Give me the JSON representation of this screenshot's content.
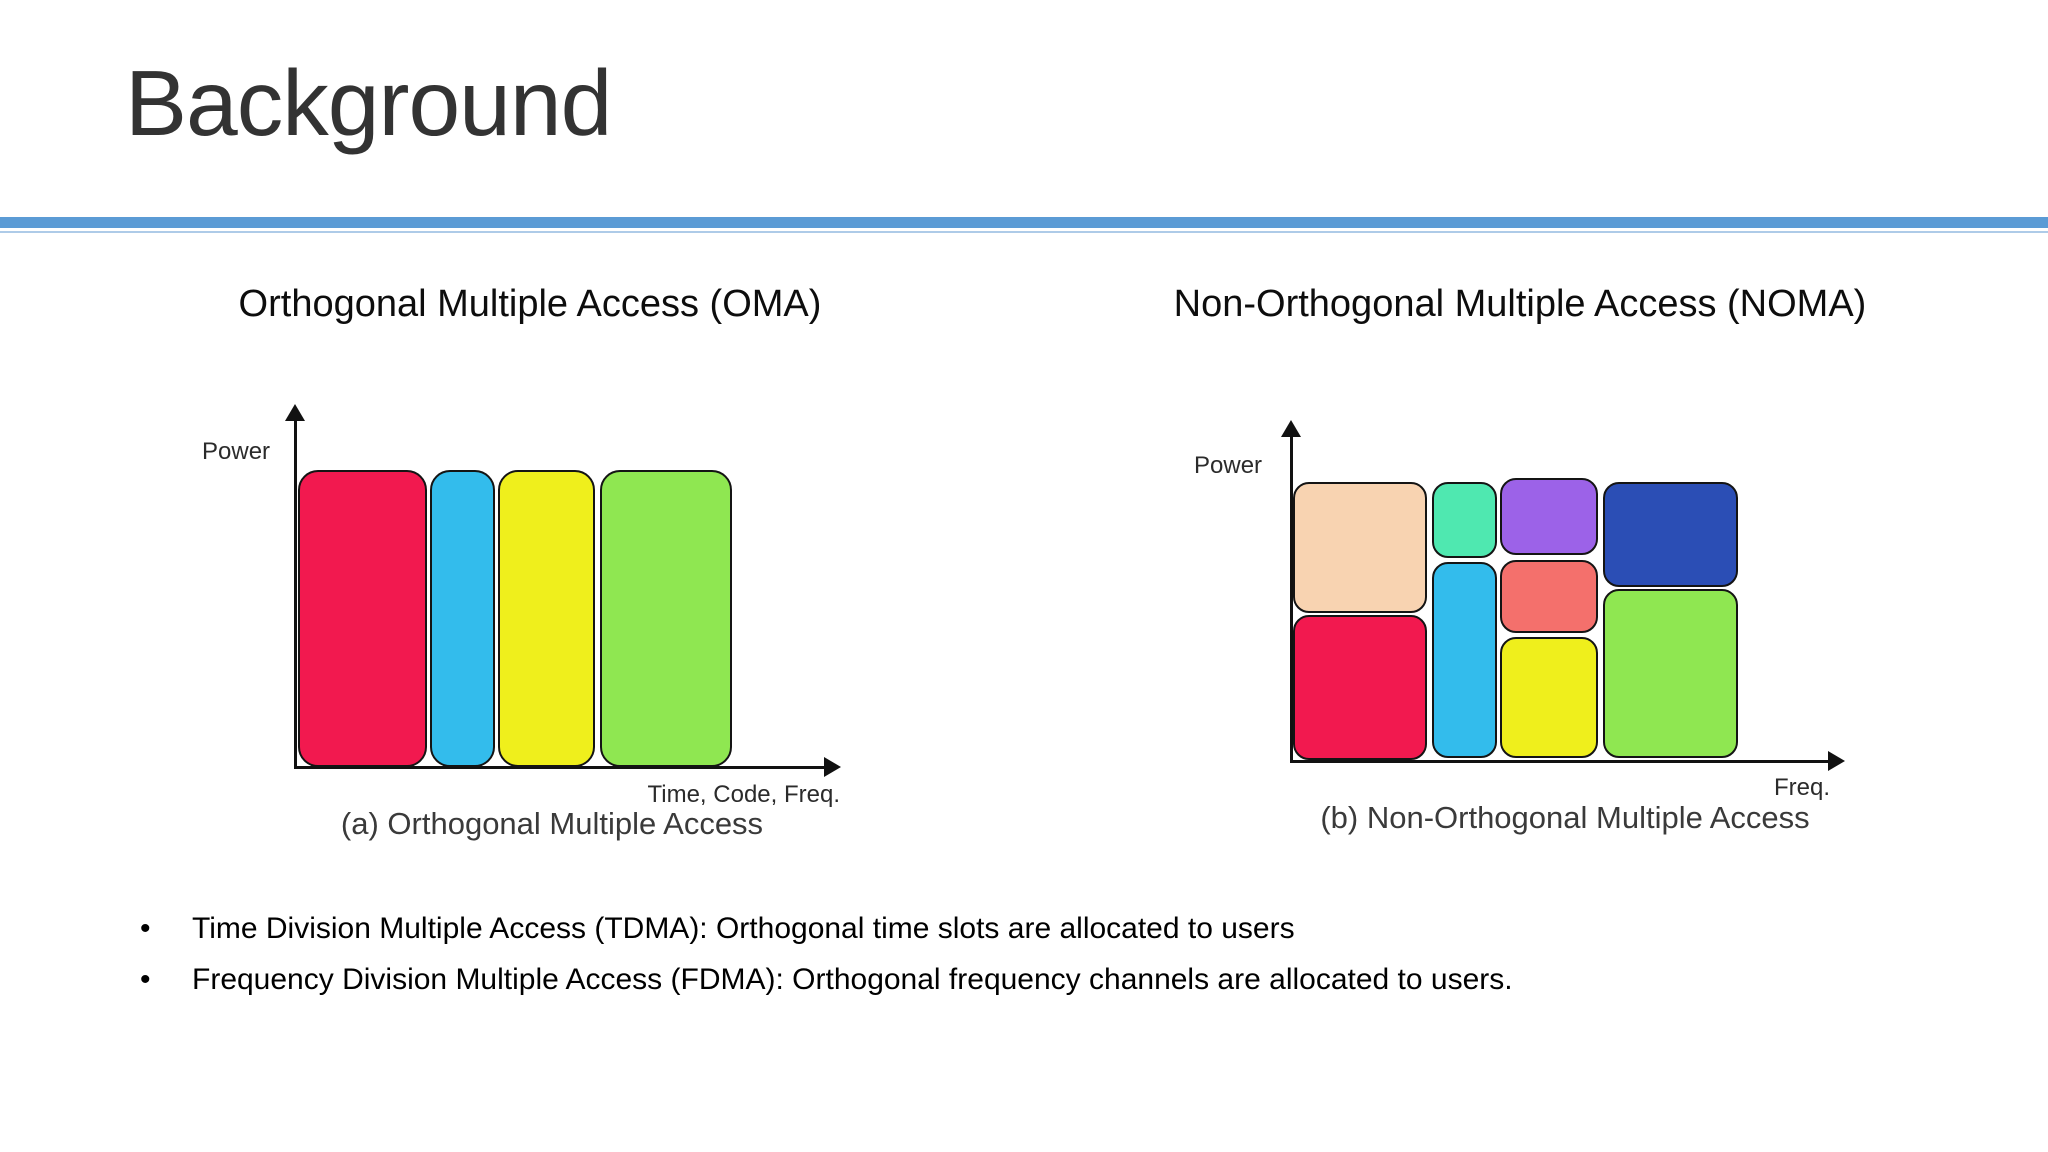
{
  "title": "Background",
  "divider": {
    "color": "#5B9BD5",
    "thin_color": "#AECBE8"
  },
  "figures": {
    "oma": {
      "heading": "Orthogonal Multiple Access (OMA)",
      "y_axis_label": "Power",
      "x_axis_label": "Time, Code, Freq.",
      "caption": "(a) Orthogonal Multiple Access",
      "bars": [
        {
          "name": "user-1-crimson",
          "color": "#F2194F"
        },
        {
          "name": "user-2-blue",
          "color": "#33BCEC"
        },
        {
          "name": "user-3-yellow",
          "color": "#EFEF1C"
        },
        {
          "name": "user-4-green",
          "color": "#8FE751"
        }
      ]
    },
    "noma": {
      "heading": "Non-Orthogonal Multiple Access (NOMA)",
      "y_axis_label": "Power",
      "x_axis_label": "Freq.",
      "caption": "(b) Non-Orthogonal Multiple Access",
      "blocks": [
        {
          "name": "block-peach",
          "color": "#F8D3B1"
        },
        {
          "name": "block-crimson",
          "color": "#F2194F"
        },
        {
          "name": "block-mint",
          "color": "#4FE8B0"
        },
        {
          "name": "block-blue",
          "color": "#33BCEC"
        },
        {
          "name": "block-purple",
          "color": "#9C62E8"
        },
        {
          "name": "block-salmon",
          "color": "#F4706C"
        },
        {
          "name": "block-yellow",
          "color": "#EFEF1C"
        },
        {
          "name": "block-darkblue",
          "color": "#2B4EB5"
        },
        {
          "name": "block-green",
          "color": "#8FE751"
        }
      ]
    }
  },
  "bullets": {
    "marker": "•",
    "items": [
      {
        "text": "Time Division Multiple Access (TDMA): Orthogonal time slots are allocated to users"
      },
      {
        "text": "Frequency Division Multiple Access (FDMA): Orthogonal frequency channels are allocated to users."
      }
    ]
  }
}
